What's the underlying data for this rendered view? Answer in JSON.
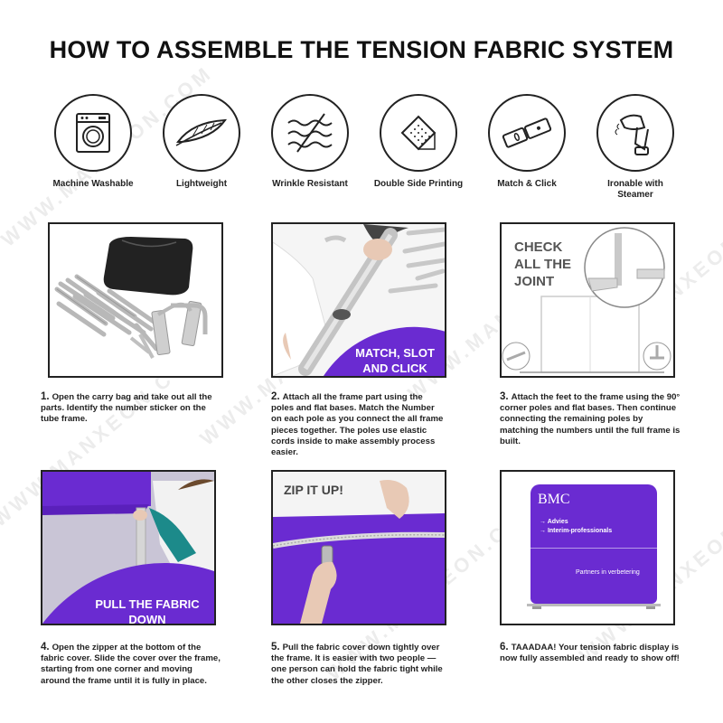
{
  "title": "HOW TO ASSEMBLE THE TENSION FABRIC SYSTEM",
  "features": [
    {
      "label": "Machine Washable",
      "icon": "washing-machine-icon"
    },
    {
      "label": "Lightweight",
      "icon": "feather-icon"
    },
    {
      "label": "Wrinkle Resistant",
      "icon": "wave-lines-icon"
    },
    {
      "label": "Double Side Printing",
      "icon": "folded-fabric-icon"
    },
    {
      "label": "Match & Click",
      "icon": "tube-connector-icon"
    },
    {
      "label": "Ironable with Steamer",
      "icon": "steamer-icon"
    }
  ],
  "panels": {
    "p2_overlay": "MATCH, SLOT AND CLICK",
    "p3_overlay": "CHECK ALL THE JOINT",
    "p4_overlay": "PULL THE FABRIC DOWN",
    "p5_overlay": "ZIP IT UP!",
    "p6_brand": "BMC",
    "p6_item1": "Advies",
    "p6_item2": "Interim-professionals",
    "p6_tagline": "Partners in verbetering"
  },
  "steps": [
    {
      "num": "1.",
      "text": "Open the carry bag and take out all the parts. Identify the number sticker on the tube frame."
    },
    {
      "num": "2.",
      "text": "Attach all the frame part using the poles and flat bases. Match the Number on each pole as you connect the all frame pieces together. The poles use elastic cords inside to make assembly process easier."
    },
    {
      "num": "3.",
      "text": "Attach the feet to the frame using the 90° corner poles and flat bases. Then continue connecting the remaining poles by matching the numbers until the full frame is built."
    },
    {
      "num": "4.",
      "text": "Open the zipper at the bottom of the fabric cover. Slide the cover over the frame, starting from one corner and moving around the frame until it is fully in place."
    },
    {
      "num": "5.",
      "text": "Pull the fabric cover down tightly over the frame. It is easier with two people — one person can hold the fabric tight while the other closes the zipper."
    },
    {
      "num": "6.",
      "text": "TAAADAA! Your tension fabric display is now fully assembled and ready to show off!"
    }
  ],
  "watermark": "WWW.MANXEON.COM",
  "colors": {
    "purple": "#6a2bd1",
    "purple_dark": "#4f1aa8",
    "frame": "#c9c9c9"
  }
}
